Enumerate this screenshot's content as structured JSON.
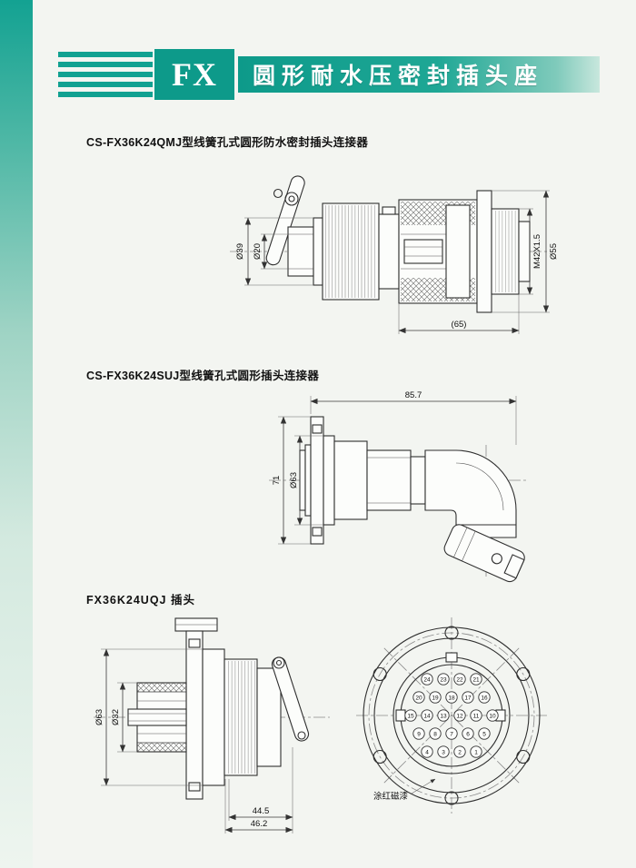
{
  "page": {
    "background": "#f3f5f1",
    "accent_teal": "#0d9a8a"
  },
  "header": {
    "logo": "FX",
    "title": "圆形耐水压密封插头座"
  },
  "sections": [
    {
      "title": "CS-FX36K24QMJ型线簧孔式圆形防水密封插头连接器",
      "dims": {
        "d39": "Ø39",
        "d20": "Ø20",
        "thread": "M42X1.5",
        "d55": "Ø55",
        "length": "(65)"
      }
    },
    {
      "title": "CS-FX36K24SUJ型线簧孔式圆形插头连接器",
      "dims": {
        "length": "85.7",
        "height": "71",
        "body": "Ø63"
      }
    },
    {
      "title": "FX36K24UQJ  插头",
      "dims": {
        "body": "Ø63",
        "tube": "Ø32",
        "len1": "44.5",
        "len2": "46.2"
      },
      "annotation": "涂红磁漆",
      "pins": [
        "24",
        "23",
        "22",
        "21",
        "20",
        "19",
        "18",
        "17",
        "16",
        "15",
        "14",
        "13",
        "12",
        "11",
        "10",
        "9",
        "8",
        "7",
        "6",
        "5",
        "4",
        "3",
        "2",
        "1"
      ]
    }
  ]
}
